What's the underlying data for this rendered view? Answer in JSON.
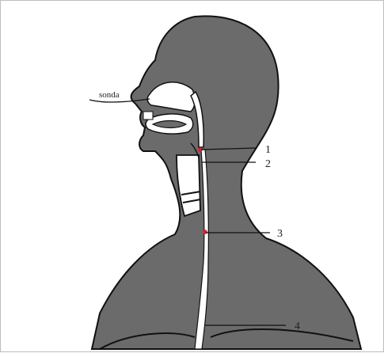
{
  "diagram": {
    "probe_label": "sonda",
    "markers": [
      {
        "number": "1"
      },
      {
        "number": "2"
      },
      {
        "number": "3"
      },
      {
        "number": "4"
      }
    ],
    "colors": {
      "body": "#6b6b6b",
      "outline": "#111111",
      "cavity": "#ffffff",
      "marker": "#e0202a"
    }
  }
}
